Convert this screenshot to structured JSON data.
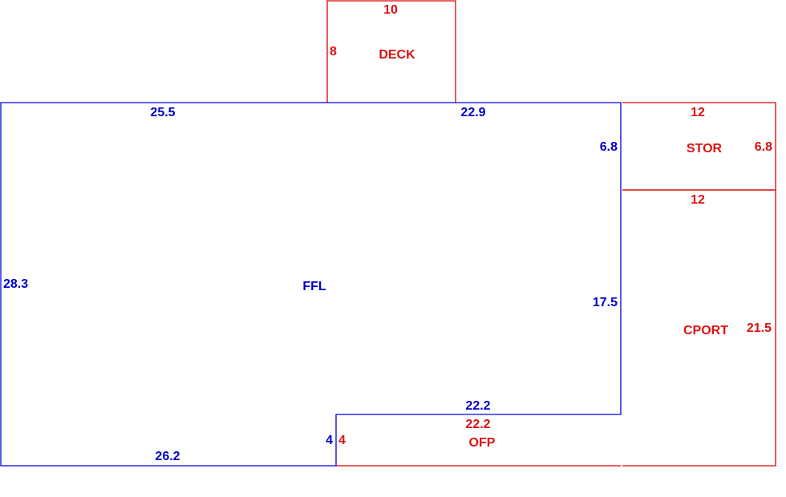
{
  "colors": {
    "main_area": "#0000cc",
    "other_area": "#dd1111",
    "background": "#ffffff"
  },
  "areas": {
    "ffl": {
      "name": "FFL",
      "dims": {
        "top_left": "25.5",
        "top_right": "22.9",
        "left": "28.3",
        "right_upper": "6.8",
        "right_lower": "17.5",
        "bottom": "26.2",
        "notch_top": "22.2",
        "notch_side": "4"
      }
    },
    "deck": {
      "name": "DECK",
      "dims": {
        "top": "10",
        "side": "8"
      }
    },
    "stor": {
      "name": "STOR",
      "dims": {
        "top": "12",
        "side": "6.8"
      }
    },
    "cport": {
      "name": "CPORT",
      "dims": {
        "top": "12",
        "side": "21.5"
      }
    },
    "offp": {
      "name": "OFP",
      "dims": {
        "top": "22.2",
        "side": "4"
      }
    }
  }
}
